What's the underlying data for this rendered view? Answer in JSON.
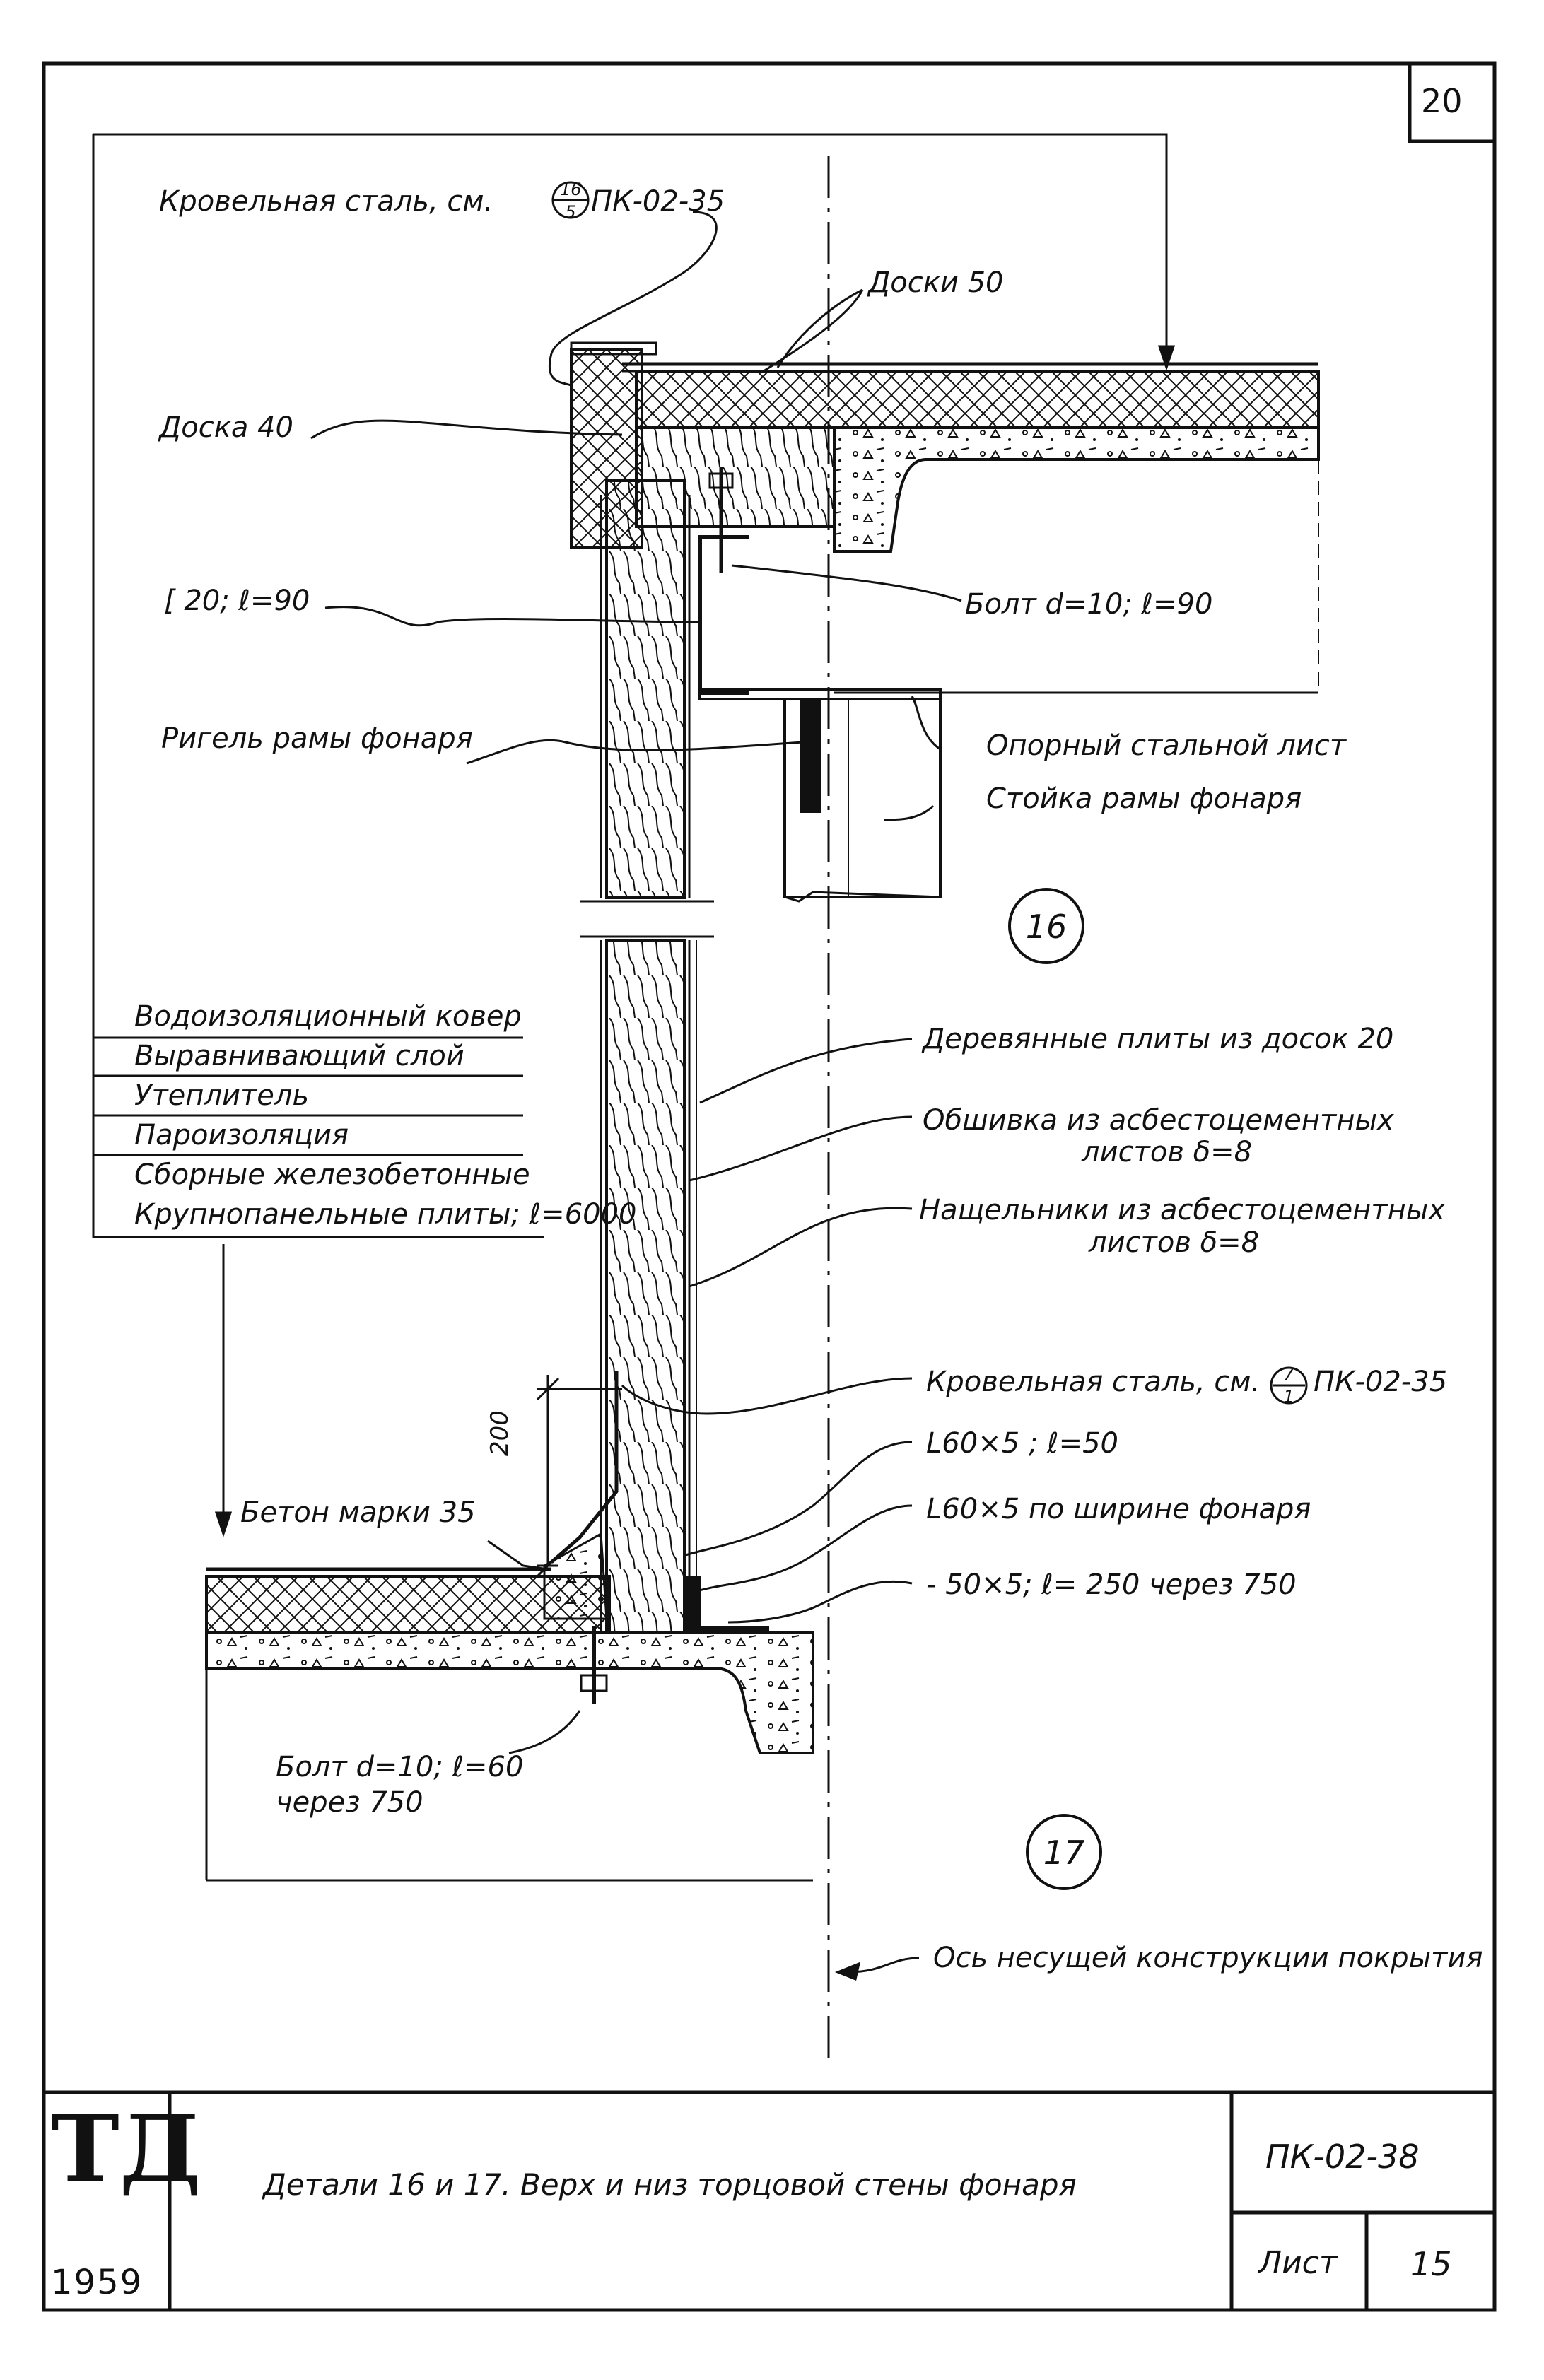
{
  "sheet_number": "20",
  "callouts": {
    "roof_steel_top": "Кровельная сталь, см.",
    "roof_steel_top_ref_num": "16",
    "roof_steel_top_ref_den": "5",
    "roof_steel_top_ref": "ПК-02-35",
    "boards_50": "Доски 50",
    "board_40": "Доска 40",
    "channel": "[ 20; ℓ=90",
    "bolt_top": "Болт d=10; ℓ=90",
    "frame_girder": "Ригель рамы фонаря",
    "support_plate": "Опорный стальной лист",
    "frame_post": "Стойка рамы фонаря",
    "wood_panels": "Деревянные плиты из досок 20",
    "cladding_1": "Обшивка из асбестоцементных",
    "cladding_2": "листов δ=8",
    "battens_1": "Нащельники из асбестоцементных",
    "battens_2": "листов δ=8",
    "roof_steel_bottom": "Кровельная сталь, см.",
    "roof_steel_bottom_ref_num": "7",
    "roof_steel_bottom_ref_den": "1",
    "roof_steel_bottom_ref": "ПК-02-35",
    "angle_short": "L60×5 ; ℓ=50",
    "angle_long": "L60×5 по ширине фонаря",
    "strip": "- 50×5; ℓ= 250 через 750",
    "concrete": "Бетон марки 35",
    "dim_200": "200",
    "bolt_bottom_1": "Болт d=10; ℓ=60",
    "bolt_bottom_2": "через 750",
    "axis": "Ось несущей конструкции покрытия"
  },
  "layers": [
    "Водоизоляционный ковер",
    "Выравнивающий слой",
    "Утеплитель",
    "Пароизоляция",
    "Сборные железобетонные",
    "Крупнопанельные плиты; ℓ=6000"
  ],
  "detail_markers": [
    "16",
    "17"
  ],
  "title_block": {
    "logo": "ТД",
    "year": "1959",
    "title": "Детали 16 и 17. Верх и низ торцовой стены фонаря",
    "code": "ПК-02-38",
    "sheet_label": "Лист",
    "sheet_no": "15"
  },
  "colors": {
    "ink": "#111111",
    "paper": "#ffffff"
  }
}
